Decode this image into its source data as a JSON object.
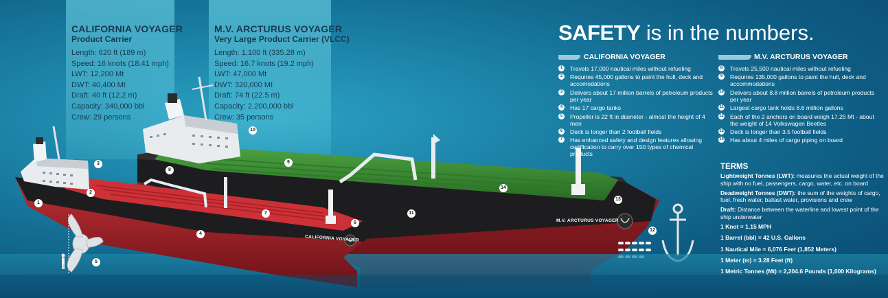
{
  "headline": {
    "bold": "SAFETY",
    "rest": " is in the numbers."
  },
  "california": {
    "name": "CALIFORNIA VOYAGER",
    "type": "Product Carrier",
    "specs": [
      "Length: 620 ft (189 m)",
      "Speed: 16 knots (18.41 mph)",
      "LWT: 12,200 Mt",
      "DWT: 40,400 Mt",
      "Draft: 40 ft (12.2 m)",
      "Capacity: 340,000 bbl",
      "Crew: 29 persons"
    ],
    "column_title": "CALIFORNIA VOYAGER",
    "hull_name": "CALIFORNIA VOYAGER",
    "facts": [
      {
        "n": "1",
        "text": "Travels 17,000 nautical miles without refueling"
      },
      {
        "n": "2",
        "text": "Requires 45,000 gallons to paint the hull, deck and accomodations"
      },
      {
        "n": "3",
        "text": "Delivers about 17 million barrels of petroleum products per year"
      },
      {
        "n": "4",
        "text": "Has 17 cargo tanks"
      },
      {
        "n": "5",
        "text": "Propeller is 22 ft in diameter - almost the height of 4 men"
      },
      {
        "n": "6",
        "text": "Deck is longer than 2 football fields"
      },
      {
        "n": "7",
        "text": "Has enhanced safety and design features allowing certification to carry over 150 types of chemical products"
      }
    ]
  },
  "arcturus": {
    "name": "M.V. ARCTURUS VOYAGER",
    "type": "Very Large Product Carrier (VLCC)",
    "specs": [
      "Length: 1,100 ft (335.28 m)",
      "Speed: 16.7 knots (19.2 mph)",
      "LWT: 47,000 Mt",
      "DWT: 320,000 Mt",
      "Draft: 74 ft (22.5 m)",
      "Capacity: 2,200,000 bbl",
      "Crew: 35 persons"
    ],
    "column_title": "M.V. ARCTURUS VOYAGER",
    "hull_name": "M.V. ARCTURUS VOYAGER",
    "facts": [
      {
        "n": "8",
        "text": "Travels 25,500 nautical miles without refueling"
      },
      {
        "n": "9",
        "text": "Requires 135,000 gallons to paint the hull, deck and accommodations"
      },
      {
        "n": "10",
        "text": "Delivers about 8.8 million barrels of petroleum products per year"
      },
      {
        "n": "11",
        "text": "Largest cargo tank holds 8.6 million gallons"
      },
      {
        "n": "12",
        "text": "Each of the 2 anchors on board weigh 17.25 Mt - about the weight of 14 Volkswagen Beetles"
      },
      {
        "n": "13",
        "text": "Deck is longer than 3.5 football fields"
      },
      {
        "n": "14",
        "text": "Has about 4 miles of cargo piping on board"
      }
    ]
  },
  "terms": {
    "title": "TERMS",
    "definitions": [
      {
        "term": "Lightweight Tonnes (LWT):",
        "text": " measures the actual weight of the ship with no fuel, passengers, cargo, water, etc. on board"
      },
      {
        "term": "Deadweight Tonnes (DWT):",
        "text": " the sum of the weights of cargo, fuel, fresh water, ballast water, provisions and crew"
      },
      {
        "term": "Draft:",
        "text": " Distance between the waterline and lowest point  of the ship underwater"
      }
    ],
    "conversions": [
      "1 Knot = 1.15 MPH",
      "1 Barrel (bbl) = 42 U.S. Gallons",
      "1 Nautical Mile = 6,076 Feet (1,852 Meters)",
      "1 Meter (m) = 3.28 Feet (ft)",
      "1 Metric Tonnes (Mt) = 2,204.6 Pounds (1,000 Kilograms)"
    ]
  },
  "markers": [
    "1",
    "2",
    "3",
    "4",
    "5",
    "6",
    "7",
    "8",
    "9",
    "10",
    "11",
    "12",
    "13",
    "14"
  ],
  "colors": {
    "cal_hull": "#b0262c",
    "arc_deck": "#3f8f35",
    "arc_hull": "#8c1c22",
    "hull_band": "#1d1d1f"
  }
}
